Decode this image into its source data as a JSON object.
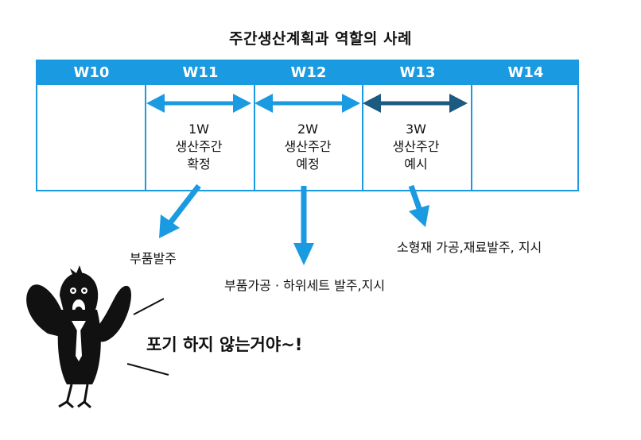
{
  "title": "주간생산계획과 역할의 사례",
  "weeks": [
    "W10",
    "W11",
    "W12",
    "W13",
    "W14"
  ],
  "cells": [
    {
      "period": "1W",
      "line1": "생산주간",
      "line2": "확정"
    },
    {
      "period": "2W",
      "line1": "생산주간",
      "line2": "예정"
    },
    {
      "period": "3W",
      "line1": "생산주간",
      "line2": "예시"
    }
  ],
  "notes": {
    "w11": "부품발주",
    "w12": "부품가공 · 하위세트 발주,지시",
    "w13": "소형재 가공,재료발주, 지시"
  },
  "slogan": "포기 하지 않는거야~!",
  "colors": {
    "blue": "#1a9ae0",
    "dark_blue": "#1d5a80"
  }
}
